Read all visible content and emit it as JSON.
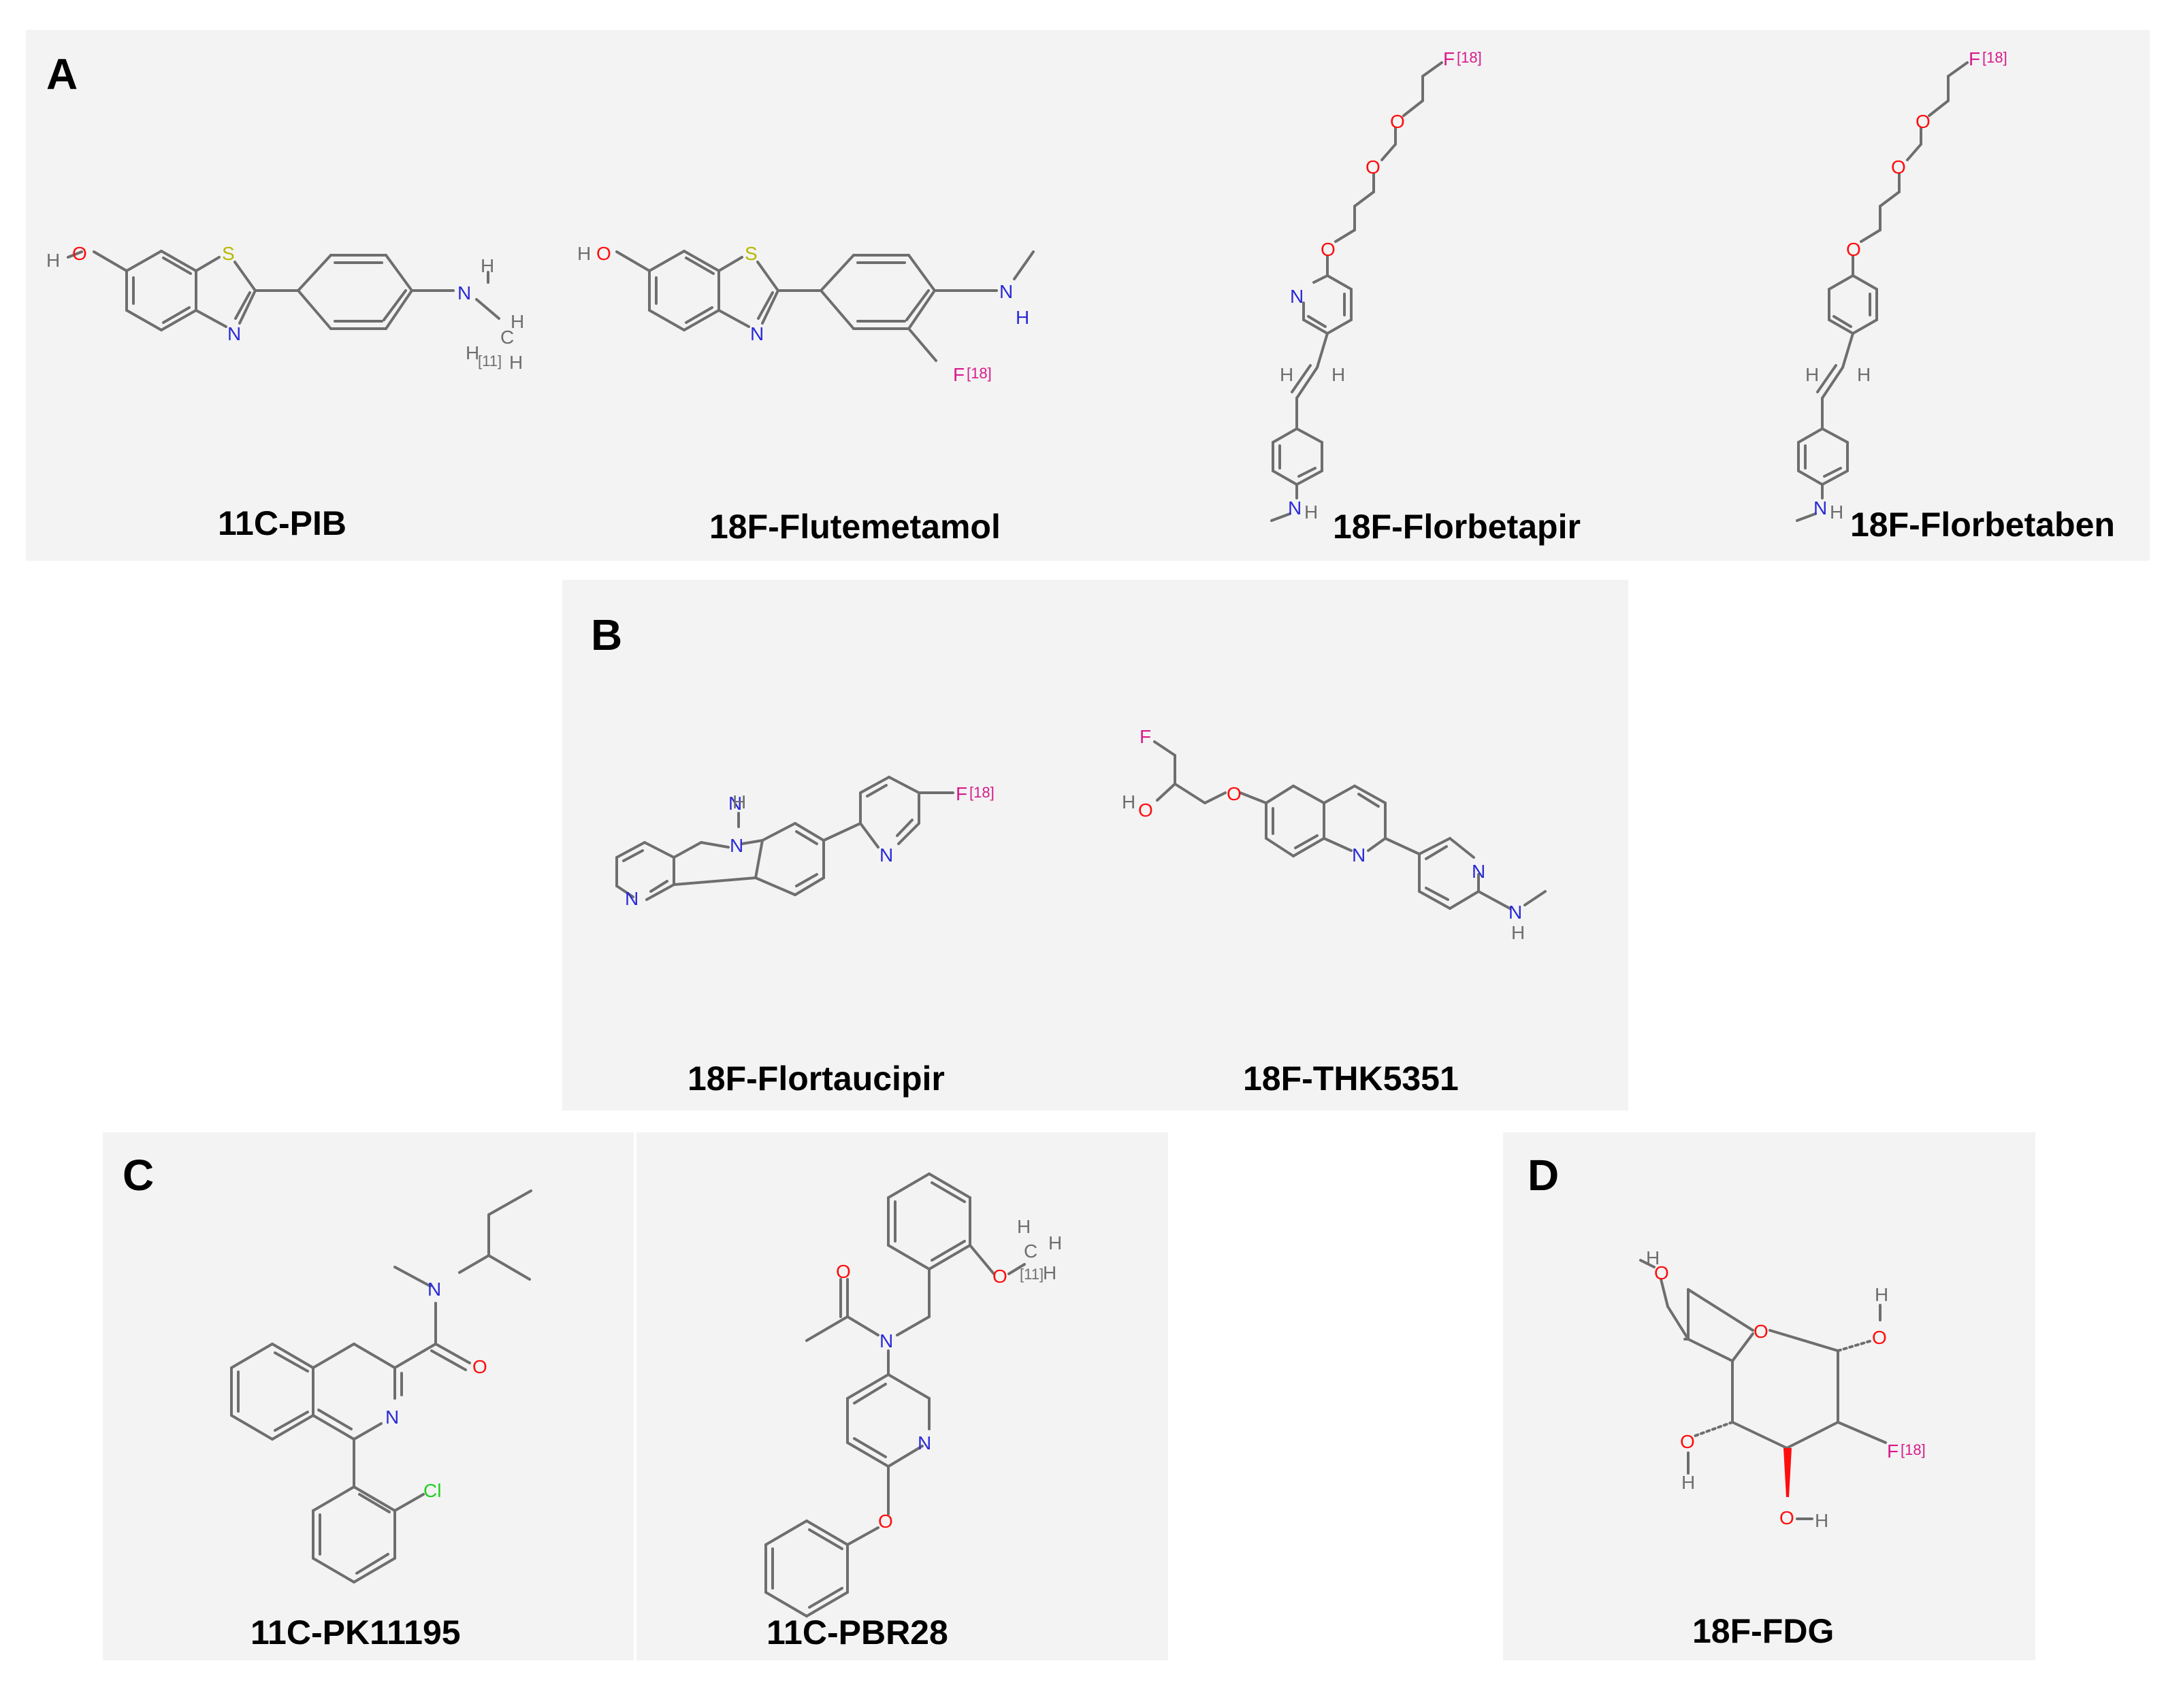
{
  "panels": {
    "A": {
      "label": "A",
      "compounds": [
        "11C-PIB",
        "18F-Flutemetamol",
        "18F-Florbetapir",
        "18F-Florbetaben"
      ]
    },
    "B": {
      "label": "B",
      "compounds": [
        "18F-Flortaucipir",
        "18F-THK5351"
      ]
    },
    "C": {
      "label": "C",
      "compounds": [
        "11C-PK11195",
        "11C-PBR28"
      ]
    },
    "D": {
      "label": "D",
      "compounds": [
        "18F-FDG"
      ]
    }
  },
  "atom_labels": {
    "O": "O",
    "N": "N",
    "S": "S",
    "F": "F",
    "H": "H",
    "C": "C",
    "Cl": "Cl",
    "F18": "F",
    "iso18": "[18]",
    "iso11": "[11]"
  },
  "colors": {
    "panel_background": "#f3f3f3",
    "bond": "#6e6e6e",
    "oxygen": "#ff0d0d",
    "nitrogen": "#2a2ad8",
    "sulfur": "#b8b800",
    "fluorine": "#d81a8a",
    "chlorine": "#1fd01f"
  }
}
